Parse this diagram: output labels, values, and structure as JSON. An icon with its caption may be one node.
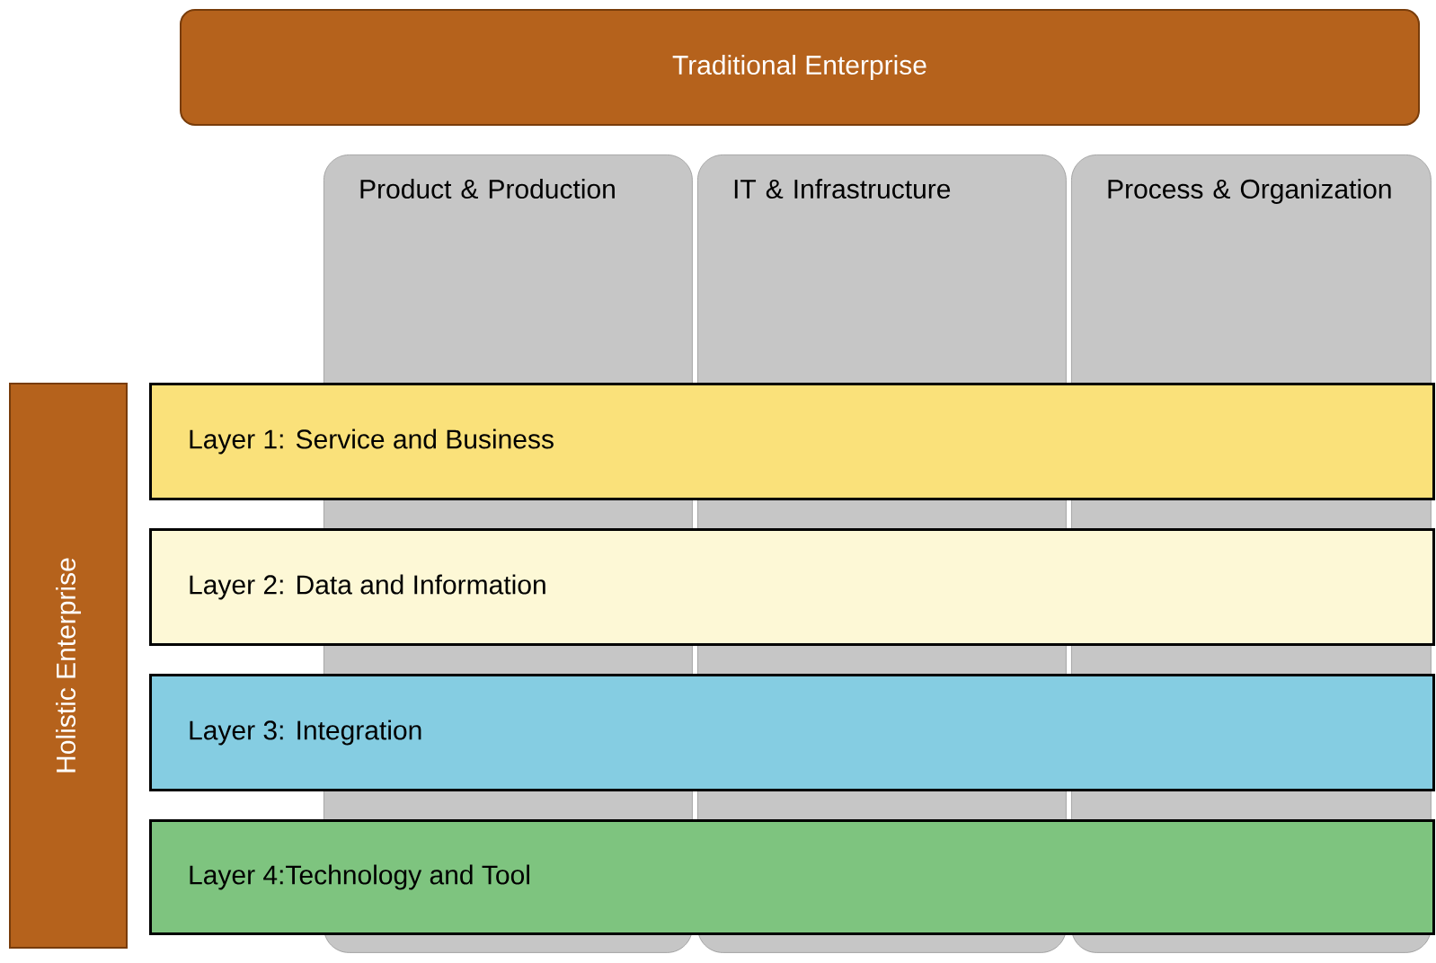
{
  "diagram": {
    "nodes": [
      {
        "text": [
          "Traditional Enterprise"
        ]
      },
      {
        "text": [
          "Product & Production"
        ]
      },
      {
        "text": [
          "IT & Infrastructure"
        ]
      },
      {
        "text": [
          "Process & Organization"
        ]
      },
      {
        "text": [
          "Holistic Enterprise"
        ]
      },
      {
        "text": [
          "Layer 1: Service and Business"
        ]
      },
      {
        "text": [
          "Layer 2: Data and Information"
        ]
      },
      {
        "text": [
          "Layer 3: Integration"
        ]
      },
      {
        "text": [
          "Layer 4:Technology and Tool"
        ]
      }
    ]
  }
}
